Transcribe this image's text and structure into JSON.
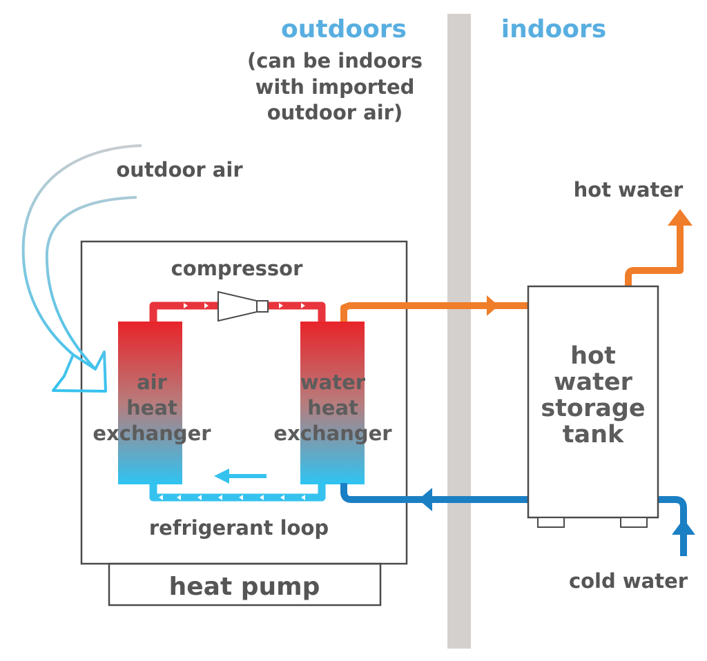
{
  "labels": {
    "outdoors": "outdoors",
    "outdoors_note_1": "(can be indoors",
    "outdoors_note_2": "with imported",
    "outdoors_note_3": "outdoor air)",
    "indoors": "indoors",
    "outdoor_air": "outdoor air",
    "compressor": "compressor",
    "air_hx_1": "air",
    "air_hx_2": "heat",
    "air_hx_3": "exchanger",
    "water_hx_1": "water",
    "water_hx_2": "heat",
    "water_hx_3": "exchanger",
    "refrigerant_loop": "refrigerant loop",
    "heat_pump": "heat pump",
    "hot_water": "hot water",
    "tank_1": "hot",
    "tank_2": "water",
    "tank_3": "storage",
    "tank_4": "tank",
    "cold_water": "cold water"
  },
  "colors": {
    "hot_pipe": "#f07d2a",
    "cold_pipe": "#1b7fc4",
    "refrigerant_hot": "#e8343c",
    "refrigerant_cold": "#35c2ef",
    "wall": "#d4d0cd",
    "outline": "#4a4a4a",
    "zone_text": "#58aee0"
  }
}
